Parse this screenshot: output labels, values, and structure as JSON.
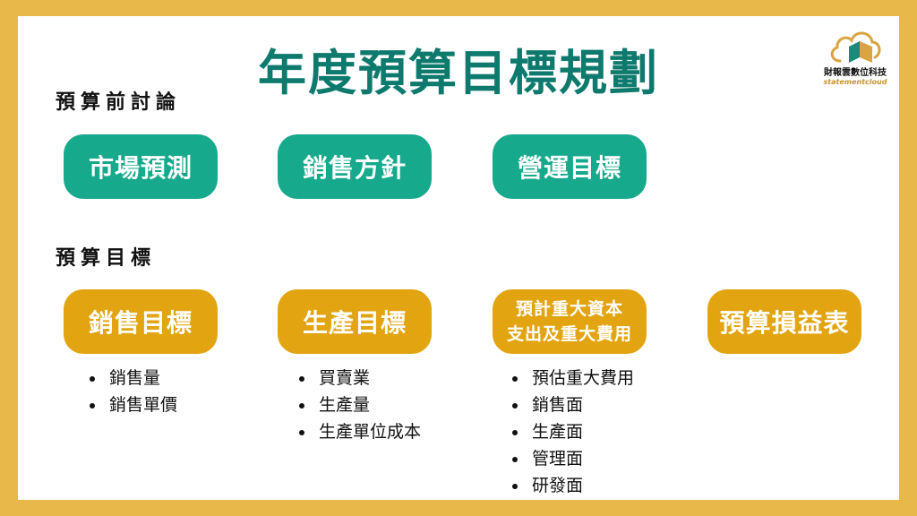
{
  "title": "年度預算目標規劃",
  "logo": {
    "name": "財報雲數位科技",
    "sub": "statementcloud"
  },
  "pre_discussion": {
    "label": "預算前討論",
    "items": [
      "市場預測",
      "銷售方針",
      "營運目標"
    ]
  },
  "targets": {
    "label": "預算目標",
    "sales": {
      "label": "銷售目標",
      "bullets": [
        "銷售量",
        "銷售單價"
      ]
    },
    "production": {
      "label": "生產目標",
      "bullets": [
        "買賣業",
        "生產量",
        "生產單位成本"
      ]
    },
    "capex": {
      "line1": "預計重大資本",
      "line2": "支出及重大費用",
      "bullets": [
        "預估重大費用",
        "銷售面",
        "生產面",
        "管理面",
        "研發面"
      ]
    },
    "pnl": {
      "label": "預算損益表"
    }
  },
  "colors": {
    "background": "#E8B84A",
    "title": "#0E7A6D",
    "green_pill": "#17A98C",
    "gold_pill": "#E2A411"
  }
}
